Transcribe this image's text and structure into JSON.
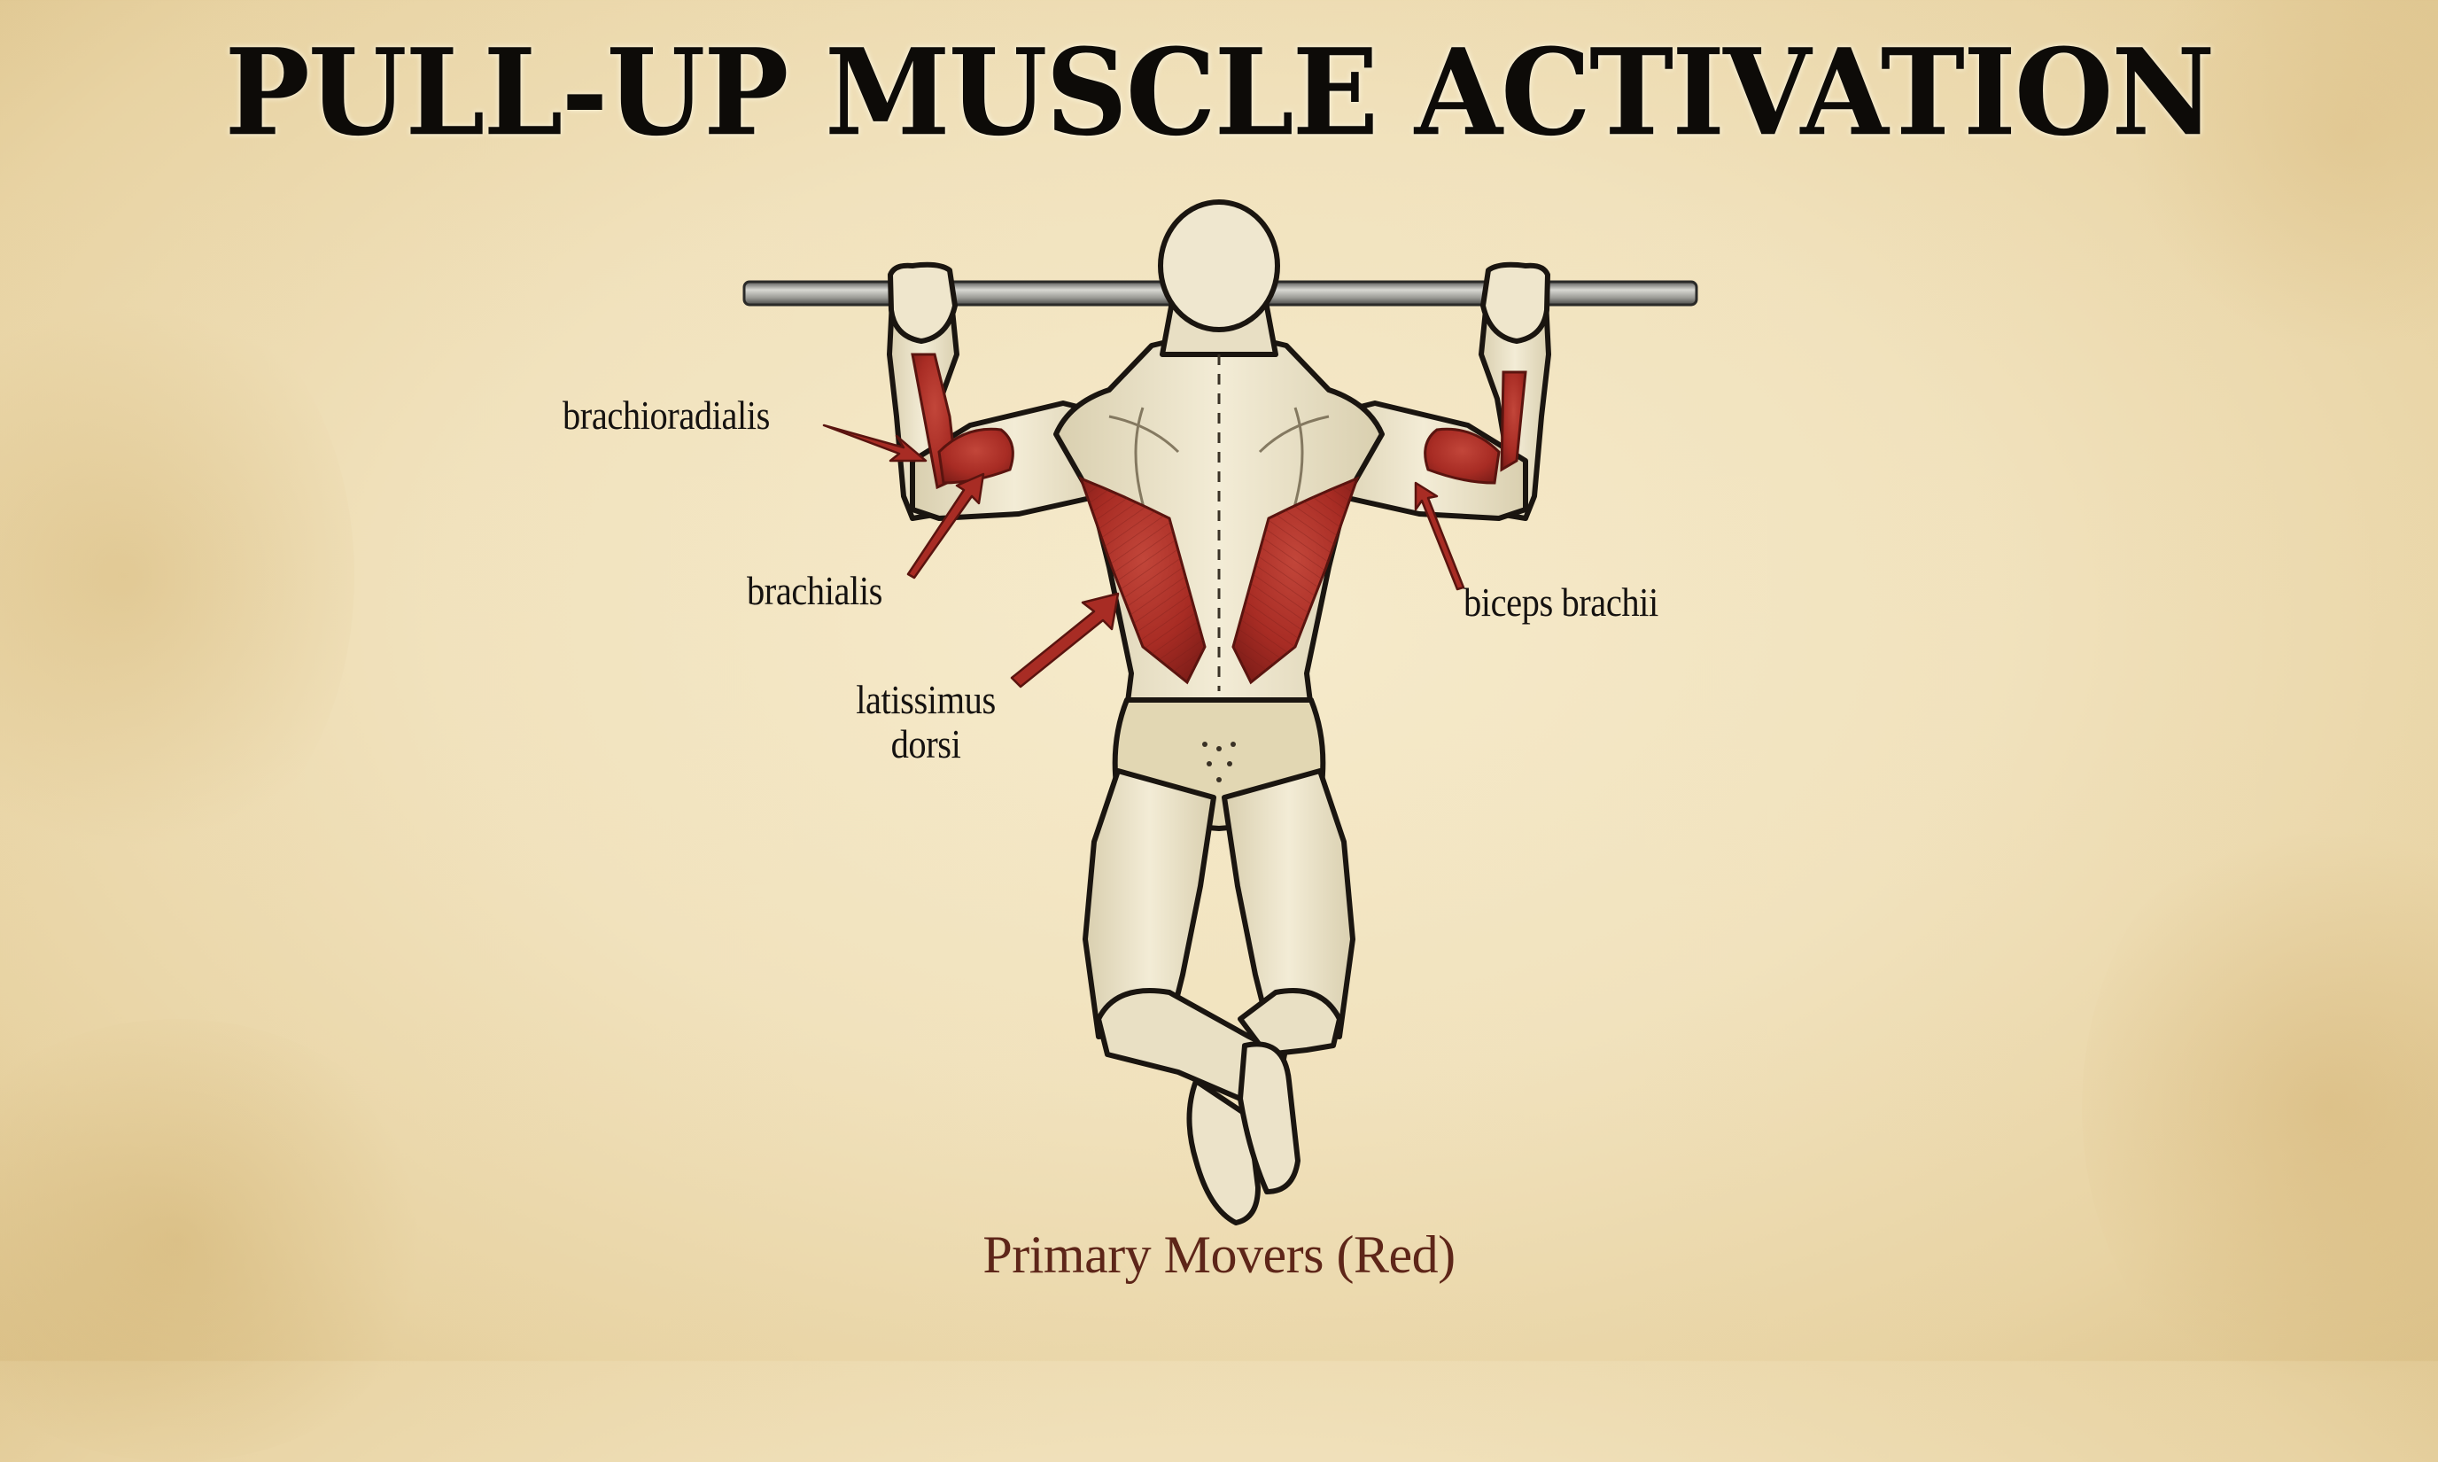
{
  "title": "PULL-UP MUSCLE ACTIVATION",
  "labels": {
    "brachioradialis": "brachioradialis",
    "brachialis": "brachialis",
    "latissimus_line1": "latissimus",
    "latissimus_line2": "dorsi",
    "biceps_brachii": "biceps brachii"
  },
  "caption": "Primary Movers (Red)",
  "colors": {
    "background": "#f1e2bd",
    "muscle_highlight": "#b3332a",
    "caption_text": "#5e2619",
    "outline": "#1a1510",
    "skin": "#ede3c8",
    "bar": "#8a8a86"
  }
}
